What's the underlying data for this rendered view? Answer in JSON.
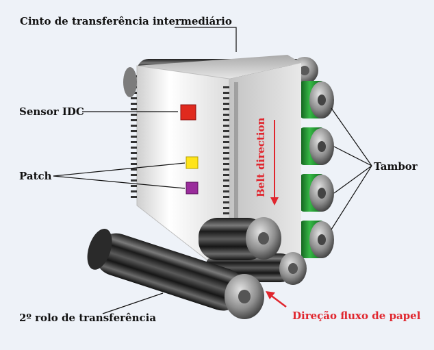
{
  "labels": {
    "belt_title": "Cinto de transferência intermediário",
    "sensor": "Sensor IDC",
    "patch": "Patch",
    "drum": "Tambor",
    "transfer_roller": "2º rolo de transferência",
    "paper_flow": "Direção fluxo de papel",
    "belt_direction": "Belt direction"
  },
  "colors": {
    "background": "#eef2f8",
    "accent_red": "#e0262e",
    "sensor": "#e02a1e",
    "patch_yellow": "#ffe41a",
    "patch_magenta": "#9a2c9c",
    "drum_green": "#2aa33a"
  }
}
